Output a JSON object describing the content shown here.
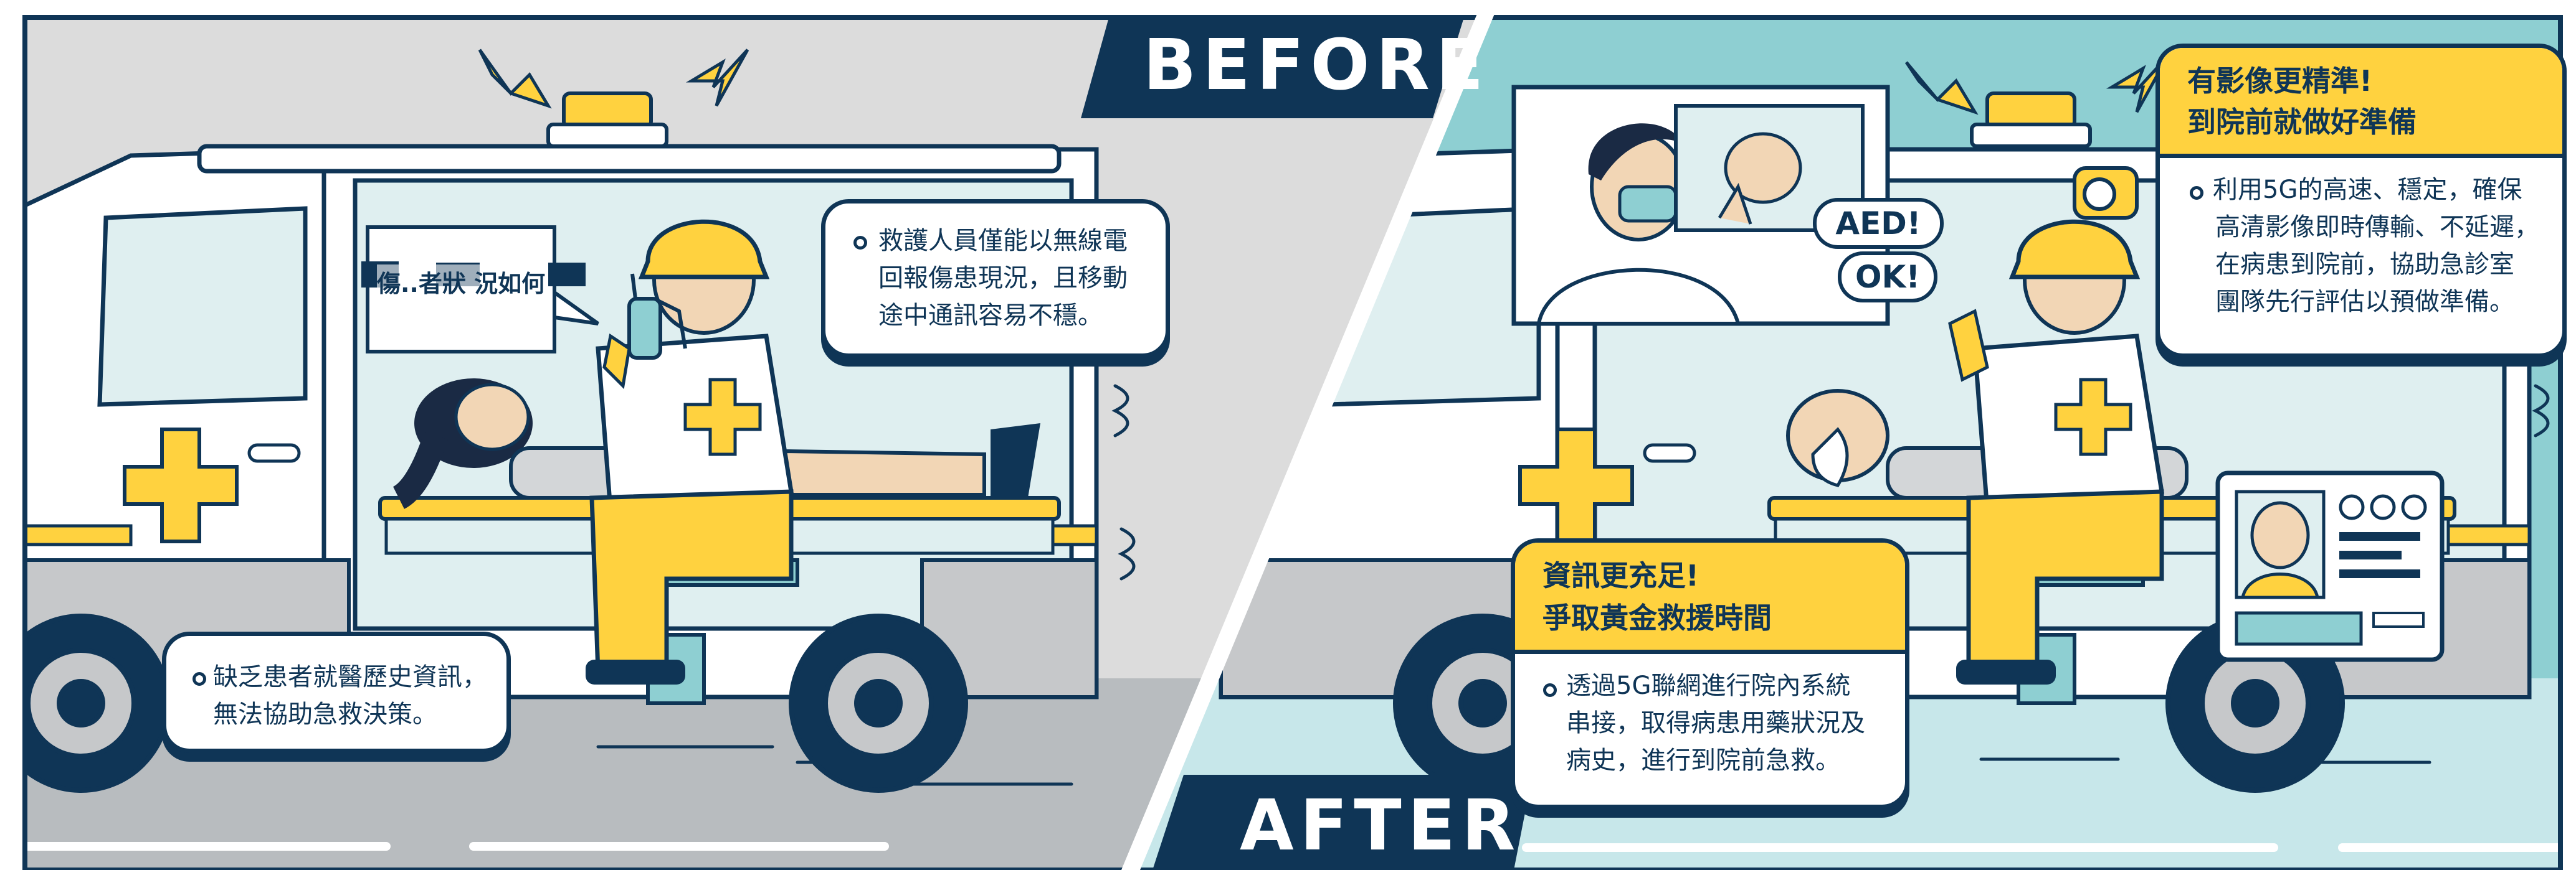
{
  "labels": {
    "before": "BEFORE",
    "after": "AFTER"
  },
  "before_panel": {
    "radio_speech": "傷..者狀 況如何",
    "note_radio": [
      "救護人員僅能以無線電",
      "回報傷患現況，且移動",
      "途中通訊容易不穩。"
    ],
    "note_history": [
      "缺乏患者就醫歷史資訊，",
      "無法協助急救決策。"
    ]
  },
  "after_panel": {
    "video_bubbles": [
      "AED!",
      "OK!"
    ],
    "heading_video": [
      "有影像更精準!",
      "到院前就做好準備"
    ],
    "note_video": [
      "利用5G的高速、穩定，確保",
      "高清影像即時傳輸、不延遲，",
      "在病患到院前，協助急診室",
      "團隊先行評估以預做準備。"
    ],
    "heading_info": [
      "資訊更充足!",
      "爭取黃金救援時間"
    ],
    "note_info": [
      "透過5G聯網進行院內系統",
      "串接，取得病患用藥狀況及",
      "病史，進行到院前急救。"
    ]
  },
  "colors": {
    "navy": "#0f3556",
    "yellow": "#ffd23f",
    "teal": "#8ecfd2",
    "before_bg": "#dcdcdc",
    "road": "#b8bcbf"
  }
}
